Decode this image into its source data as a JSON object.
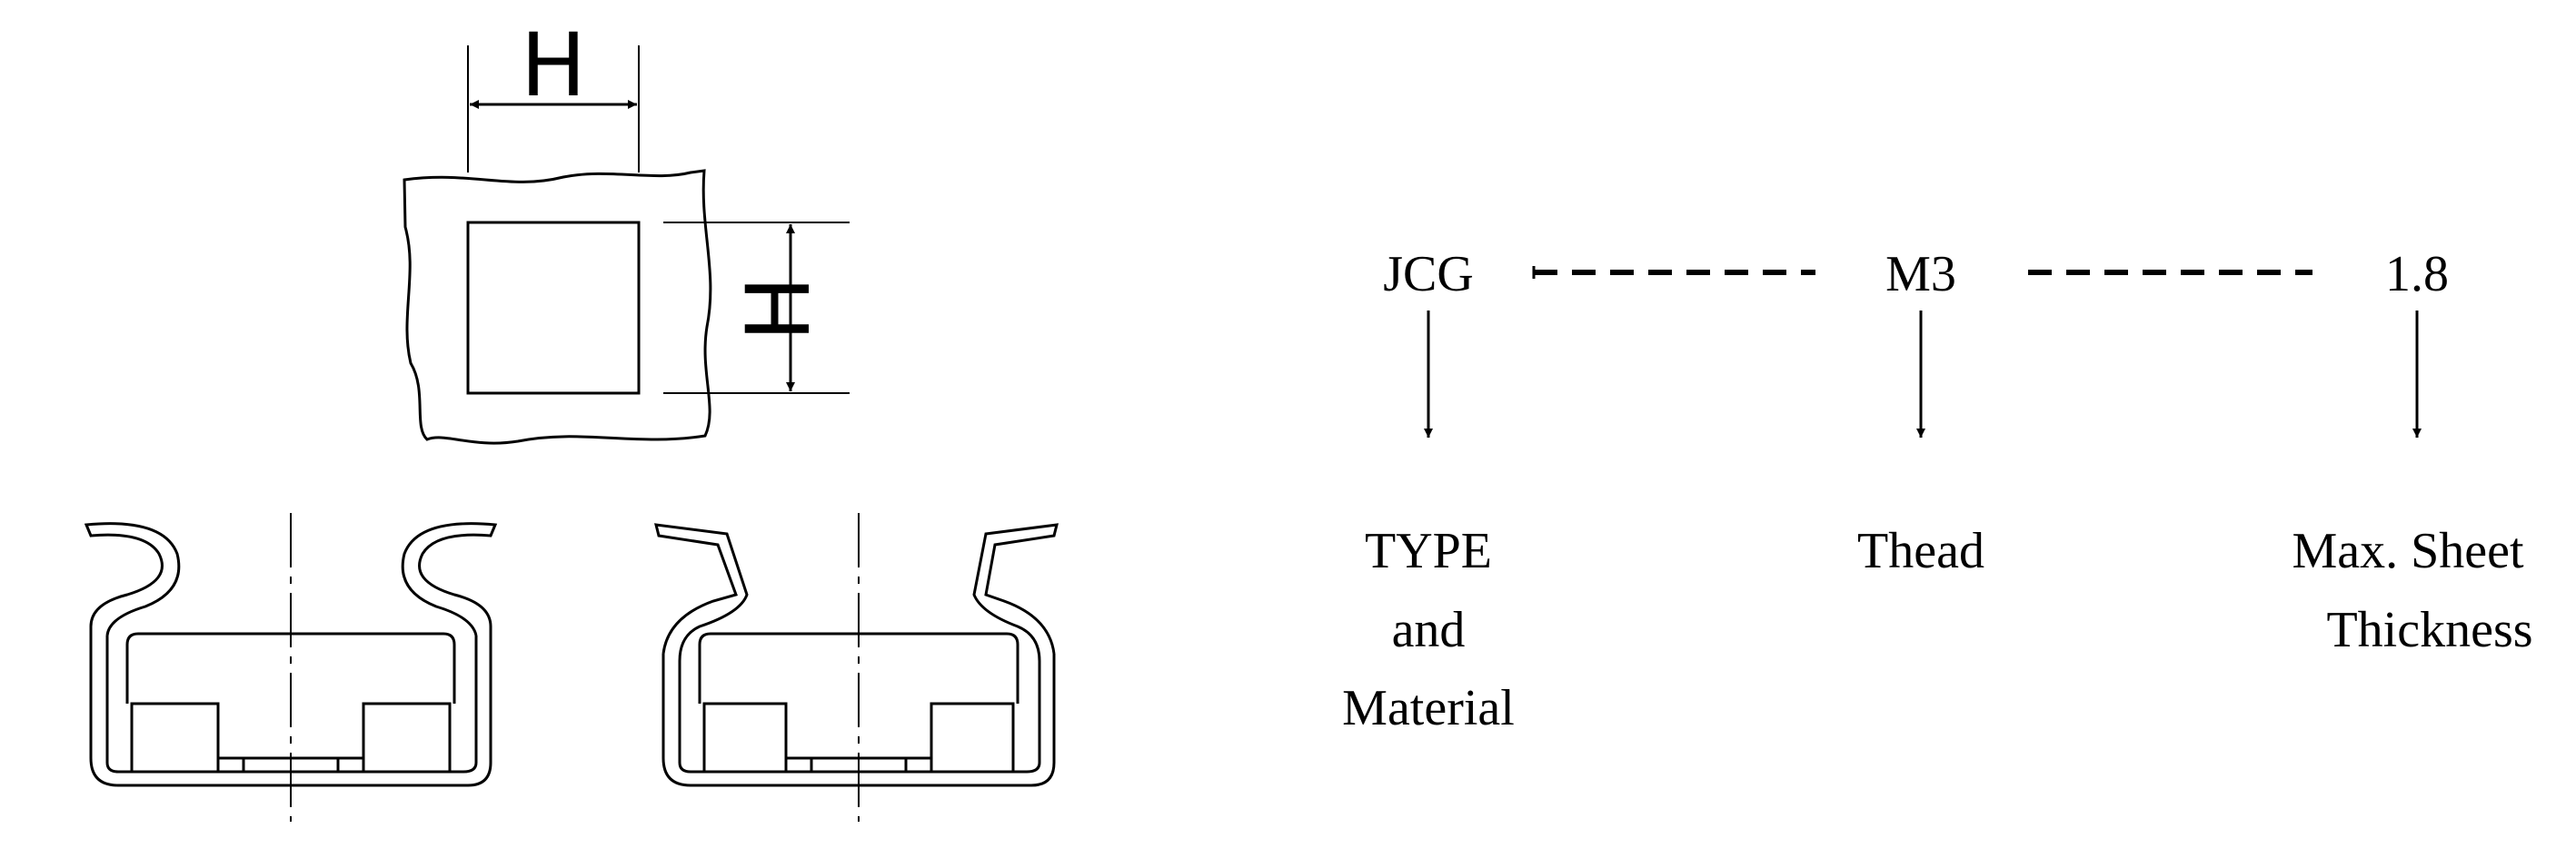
{
  "drawing": {
    "dimension_label_width": "H",
    "dimension_label_height": "H"
  },
  "code": {
    "segments": [
      {
        "code": "JCG",
        "description_lines": [
          "TYPE",
          "and",
          "Material"
        ]
      },
      {
        "code": "M3",
        "description_lines": [
          "Thead"
        ]
      },
      {
        "code": "1.8",
        "description_lines": [
          "Max. Sheet",
          "Thickness"
        ]
      }
    ]
  }
}
